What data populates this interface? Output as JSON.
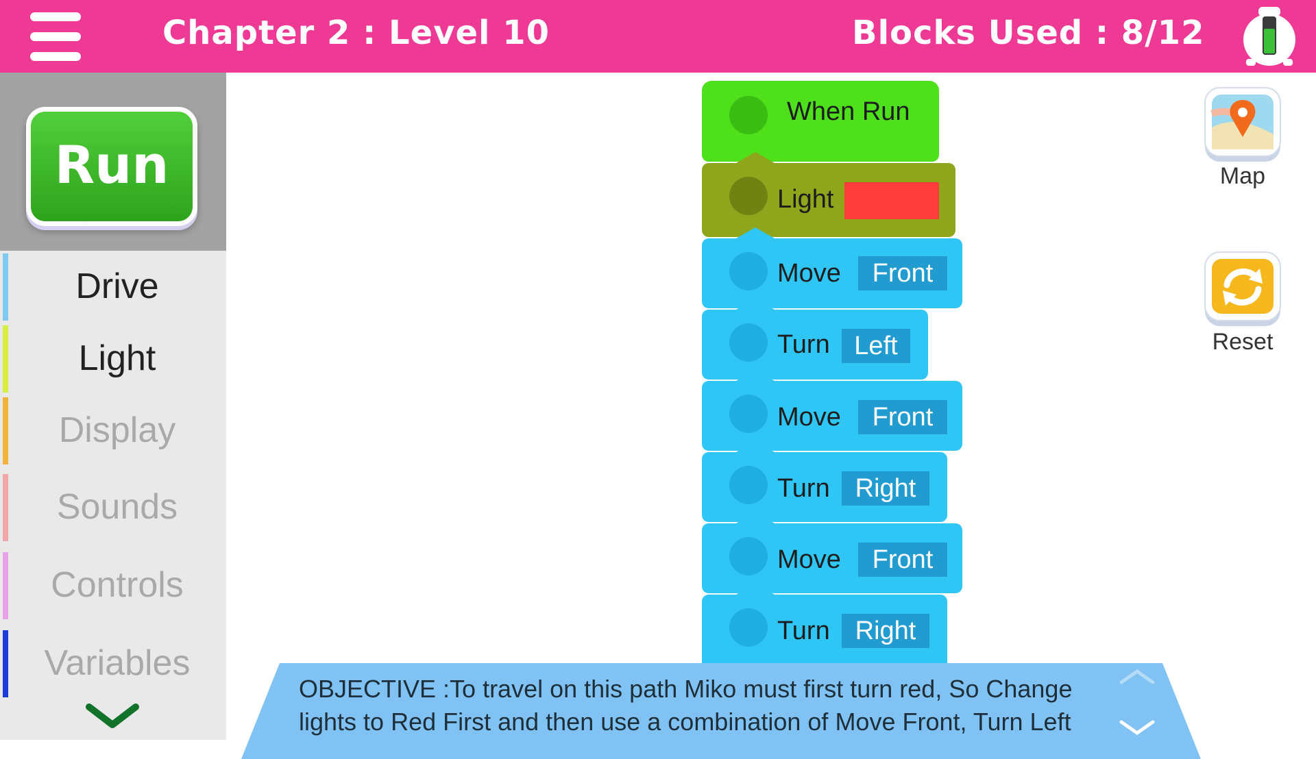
{
  "header": {
    "chapter_level": "Chapter  2 : Level  10",
    "blocks_used": "Blocks Used : 8/12"
  },
  "sidebar": {
    "run_label": "Run",
    "categories": [
      {
        "label": "Drive",
        "color": "#7fc8f0",
        "active": true
      },
      {
        "label": "Light",
        "color": "#d8ef3f",
        "active": true
      },
      {
        "label": "Display",
        "color": "#f0b23a",
        "active": false
      },
      {
        "label": "Sounds",
        "color": "#f0a7a7",
        "active": false
      },
      {
        "label": "Controls",
        "color": "#e9a2e6",
        "active": false
      },
      {
        "label": "Variables",
        "color": "#1c3cd8",
        "active": false
      }
    ]
  },
  "program": {
    "blocks": [
      {
        "type": "event",
        "label": "When Run",
        "color": "#4ee01a"
      },
      {
        "type": "light",
        "label": "Light",
        "value_color": "#ff3b3b",
        "color": "#8fa51c"
      },
      {
        "type": "drive",
        "label": "Move",
        "param": "Front"
      },
      {
        "type": "drive",
        "label": "Turn",
        "param": "Left"
      },
      {
        "type": "drive",
        "label": "Move",
        "param": "Front"
      },
      {
        "type": "drive",
        "label": "Turn",
        "param": "Right"
      },
      {
        "type": "drive",
        "label": "Move",
        "param": "Front"
      },
      {
        "type": "drive",
        "label": "Turn",
        "param": "Right"
      }
    ]
  },
  "objective": {
    "text": "OBJECTIVE :To travel on this path Miko must first turn red, So Change lights to Red First and then use a combination of Move Front, Turn Left"
  },
  "tools": {
    "map_label": "Map",
    "reset_label": "Reset"
  },
  "colors": {
    "header_bg": "#ef3a95",
    "drive_block": "#2fc6f6",
    "param_bg": "#229bd0"
  }
}
